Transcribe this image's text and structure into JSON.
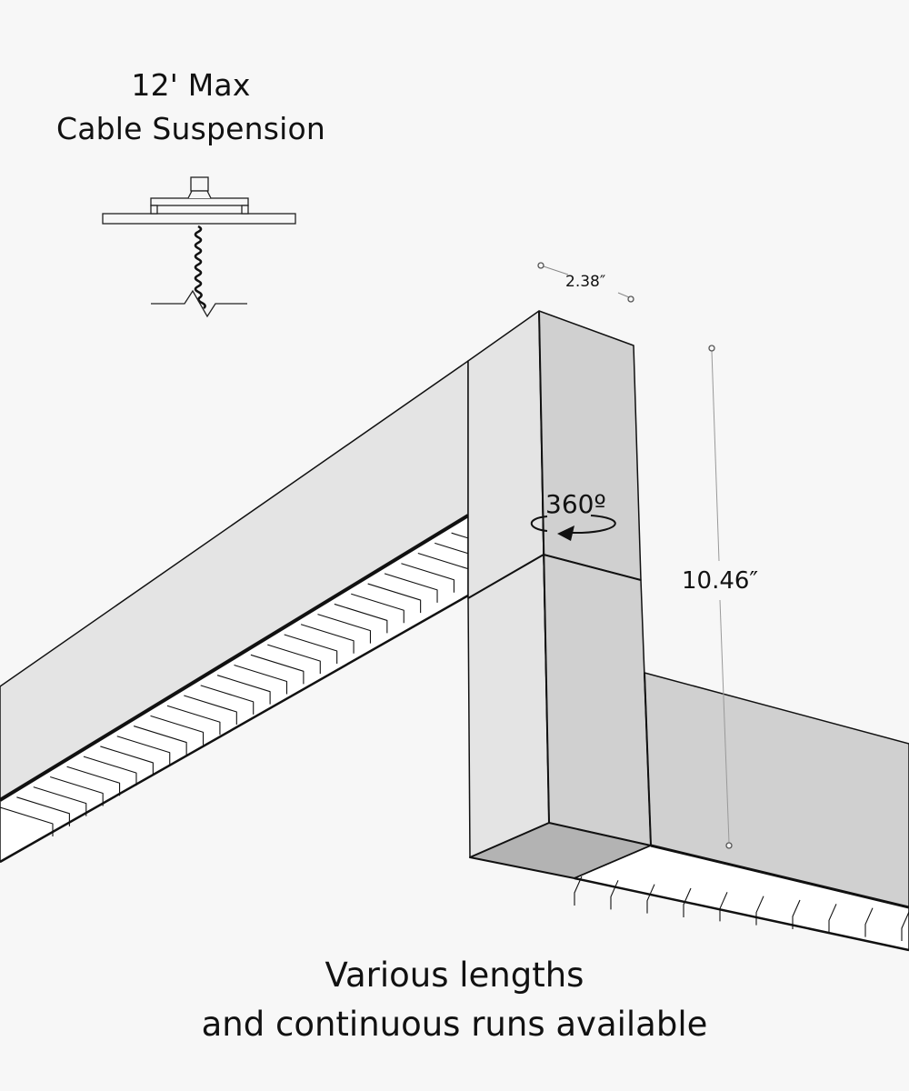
{
  "header": {
    "line1": "12' Max",
    "line2": "Cable Suspension"
  },
  "dimensions": {
    "width": "2.38″",
    "height": "10.46″"
  },
  "rotation": {
    "label": "360º",
    "icon": "rotate-arrow-icon"
  },
  "footer": {
    "line1": "Various lengths",
    "line2": "and continuous runs available"
  },
  "colors": {
    "background": "#f7f7f7",
    "face_light": "#e4e4e4",
    "face_mid": "#d0d0d0",
    "face_dark": "#b3b3b3",
    "louver": "#ffffff",
    "stroke": "#111111",
    "dim_line": "#9a9a9a"
  }
}
